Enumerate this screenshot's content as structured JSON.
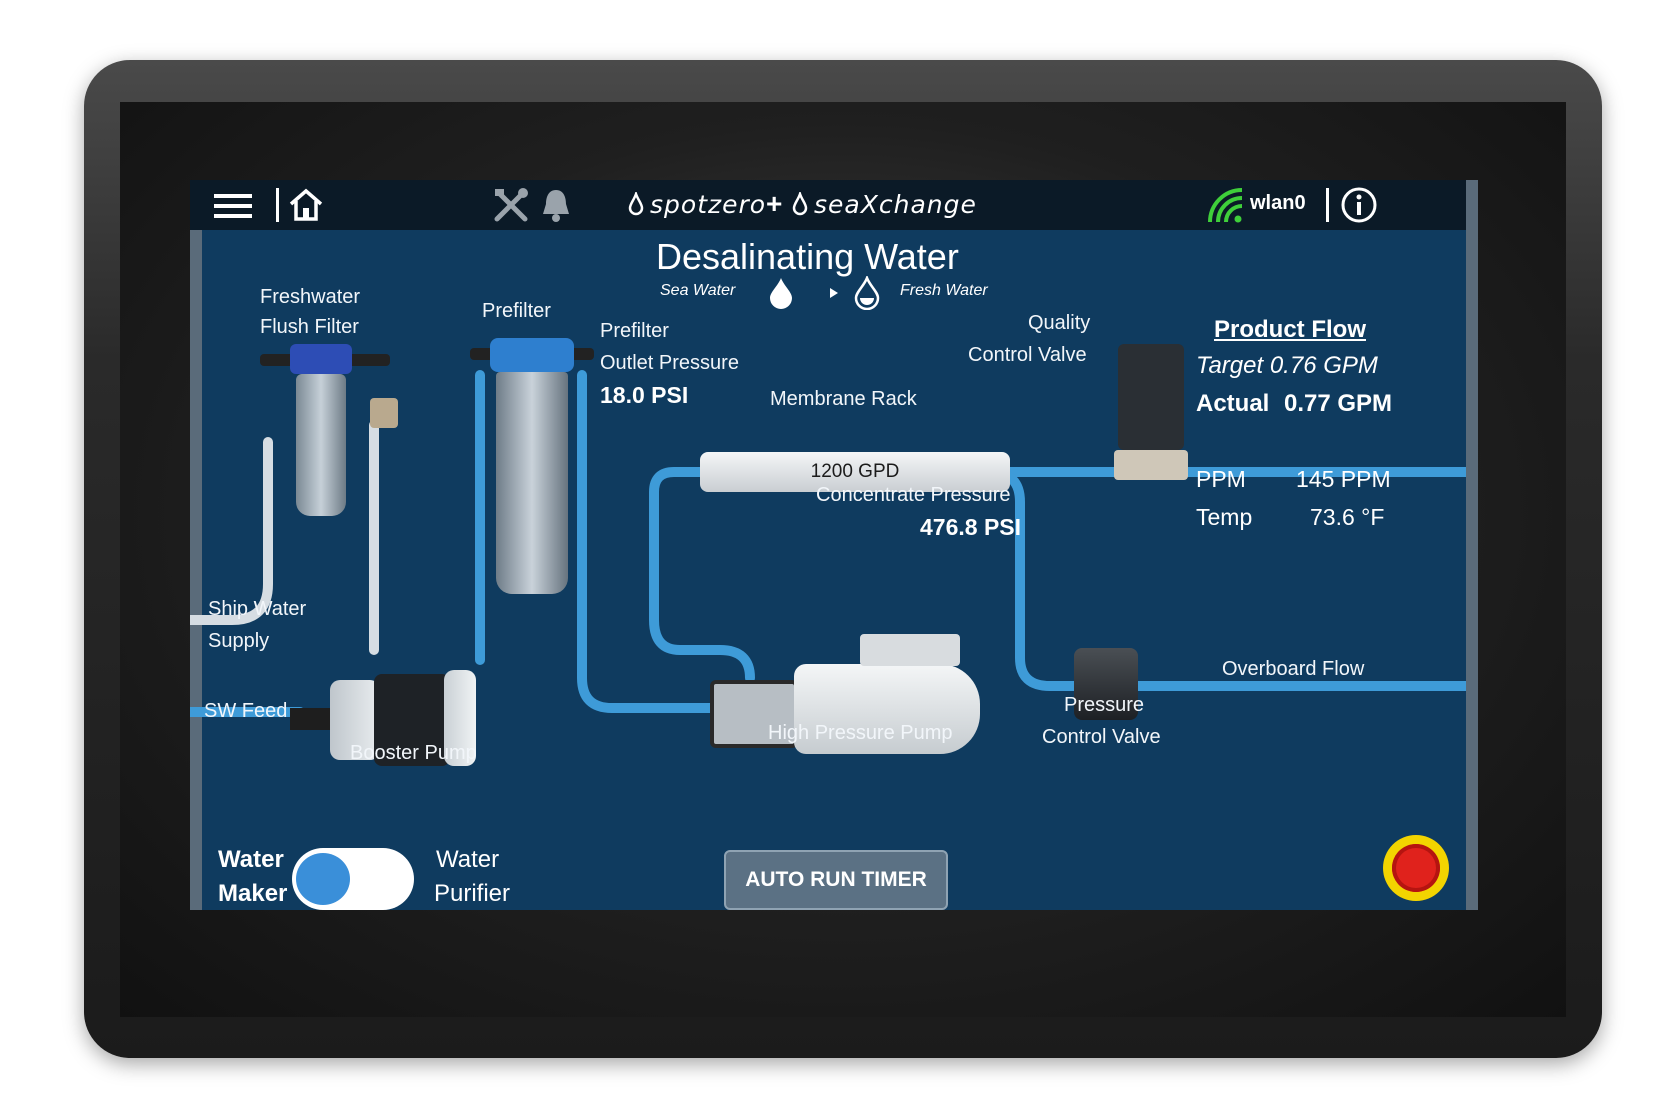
{
  "header": {
    "brand_left": "spotzero",
    "brand_plus": "+",
    "brand_right": "seaXchange",
    "network": "wlan0",
    "icons": [
      "menu-icon",
      "home-icon",
      "tools-icon",
      "bell-icon",
      "wifi-icon",
      "info-icon"
    ]
  },
  "status": {
    "title": "Desalinating Water",
    "sea_water": "Sea Water",
    "fresh_water": "Fresh Water"
  },
  "components": {
    "freshwater_filter_1": "Freshwater",
    "freshwater_filter_2": "Flush Filter",
    "prefilter": "Prefilter",
    "prefilter_pressure_1": "Prefilter",
    "prefilter_pressure_2": "Outlet Pressure",
    "prefilter_pressure_value": "18.0 PSI",
    "membrane_rack": "Membrane Rack",
    "membrane_value": "1200 GPD",
    "quality_valve_1": "Quality",
    "quality_valve_2": "Control Valve",
    "concentrate_pressure": "Concentrate Pressure",
    "concentrate_pressure_value": "476.8 PSI",
    "ship_water_1": "Ship Water",
    "ship_water_2": "Supply",
    "sw_feed": "SW Feed",
    "booster_pump": "Booster Pump",
    "high_pressure_pump": "High Pressure Pump",
    "pressure_valve_1": "Pressure",
    "pressure_valve_2": "Control Valve",
    "overboard_flow": "Overboard Flow"
  },
  "product_flow": {
    "title": "Product Flow",
    "target": "Target 0.76 GPM",
    "actual_label": "Actual",
    "actual_value": "0.77 GPM",
    "ppm_label": "PPM",
    "ppm_value": "145 PPM",
    "temp_label": "Temp",
    "temp_value": "73.6 °F"
  },
  "controls": {
    "mode_left_1": "Water",
    "mode_left_2": "Maker",
    "mode_right_1": "Water",
    "mode_right_2": "Purifier",
    "auto_run_timer": "AUTO RUN TIMER"
  },
  "colors": {
    "screen_bg": "#0f3b5f",
    "topbar_bg": "#0b1a27",
    "pipe_blue": "#3e9bd8",
    "wifi_green": "#3fcf3a",
    "estop_red": "#e0221c"
  }
}
